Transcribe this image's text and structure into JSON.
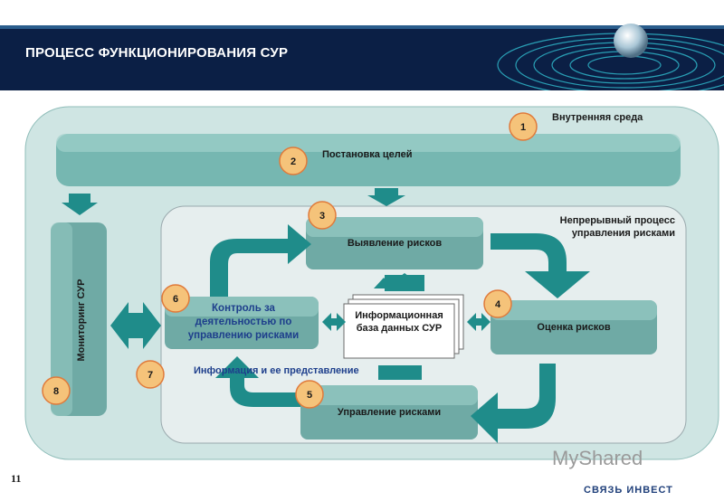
{
  "header": {
    "title": "ПРОЦЕСС ФУНКЦИОНИРОВАНИЯ СУР"
  },
  "labels": {
    "internal_env": "Внутренняя среда",
    "goal_setting": "Постановка целей",
    "continuous_process": "Непрерывный процесс управления рисками",
    "risk_identification": "Выявление рисков",
    "control": "Контроль за деятельностью по управлению рисками",
    "info_db": "Информационная база данных СУР",
    "risk_assessment": "Оценка рисков",
    "information": "Информация и ее представление",
    "risk_management": "Управление рисками",
    "monitoring": "Мониторинг СУР"
  },
  "badges": [
    "1",
    "2",
    "3",
    "4",
    "5",
    "6",
    "7",
    "8"
  ],
  "footer": {
    "page_number": "11",
    "watermark": "MyShared",
    "brand": "СВЯЗЬ ИНВЕСТ"
  },
  "colors": {
    "header_bg": "#0b1f45",
    "teal_box": "#5aa6a0",
    "outer_bg": "#cfe5e3",
    "arrow": "#1f8c8a",
    "badge": "#f5c37a"
  }
}
